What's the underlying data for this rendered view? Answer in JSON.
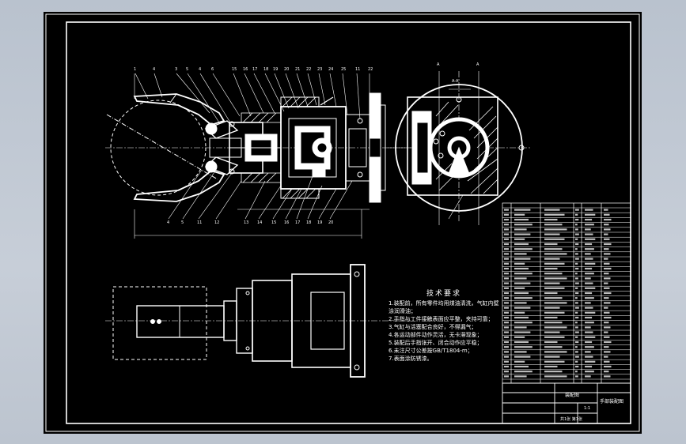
{
  "drawing": {
    "technical_requirements": {
      "title": "技术要求",
      "lines": [
        "1.装配前，所有零件均用煤油清洗，气缸内壁",
        "涂润滑油；",
        "2.手指与工件接触表面应平整，夹持可靠；",
        "3.气缸与活塞配合良好，不得漏气；",
        "4.各运动部件动作灵活，无卡滞现象；",
        "5.装配后手指张开、闭合动作应平稳；",
        "6.未注尺寸公差按GB/T1804-m；",
        "7.表面涂防锈漆。"
      ]
    },
    "title_block": {
      "drawing_name": "手部装配图",
      "assembly_label": "装配图",
      "scale": "1:1",
      "sheet": "共1张 第1张"
    },
    "balloon_labels_top": [
      "1",
      "4",
      "3",
      "5",
      "4",
      "6",
      "15",
      "16",
      "17",
      "18",
      "19",
      "20",
      "21",
      "22",
      "23",
      "24",
      "25",
      "11",
      "22"
    ],
    "balloon_labels_bottom": [
      "4",
      "5",
      "11",
      "12",
      "13",
      "14",
      "15",
      "16",
      "17",
      "18",
      "19",
      "20"
    ],
    "section_labels": [
      "A-A",
      "A",
      "A"
    ],
    "colors": {
      "sheet": "#000000",
      "lines": "#ffffff",
      "frame": "#ffffff"
    }
  }
}
